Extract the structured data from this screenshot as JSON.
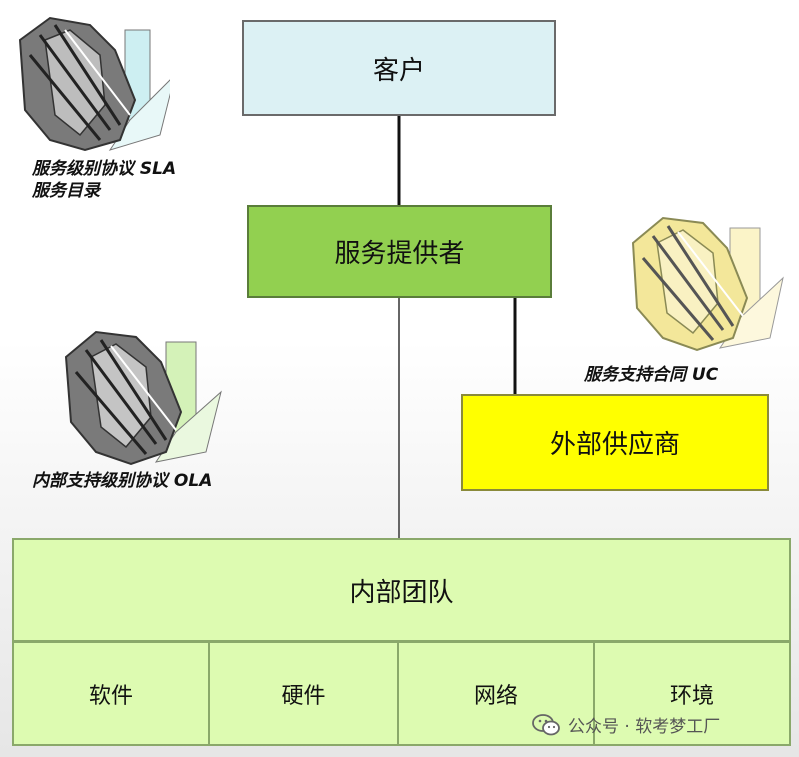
{
  "nodes": {
    "customer": "客户",
    "service_provider": "服务提供者",
    "external_supplier": "外部供应商",
    "internal_team": "内部团队"
  },
  "internal_team_parts": [
    "软件",
    "硬件",
    "网络",
    "环境"
  ],
  "agreements": {
    "sla": [
      "服务级别协议  SLA",
      "服务目录"
    ],
    "ola": "内部支持级别协议  OLA",
    "uc": "服务支持合同  UC"
  },
  "watermark": {
    "text": "公众号 · 软考梦工厂",
    "icon": "wechat-icon"
  },
  "colors": {
    "customer": "#dcf1f4",
    "service_provider": "#92d050",
    "external_supplier": "#ffff00",
    "internal_team": "#ddfbb1",
    "sla_doc": "#808080",
    "uc_doc": "#f7ecaa"
  }
}
